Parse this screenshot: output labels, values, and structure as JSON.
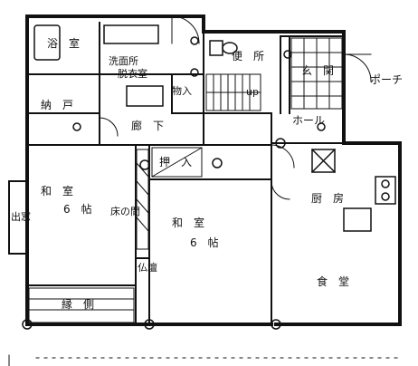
{
  "rooms": {
    "bath": "浴　室",
    "washroom_line1": "洗面所",
    "washroom_line2": "脱衣室",
    "storage": "納　戸",
    "corridor": "廊　下",
    "closet_upper": "物入",
    "stairs_up": "up",
    "toilet": "便　所",
    "genkan": "玄　関",
    "porch": "ポーチ",
    "hall": "ホール",
    "oshiire": "押　入",
    "washitsu_left_1": "和　室",
    "washitsu_left_2": "6　帖",
    "tokonoma": "床の間",
    "demado": "出窓",
    "engawa": "縁　側",
    "washitsu_center_1": "和　室",
    "washitsu_center_2": "6　帖",
    "butsuma": "仏壇",
    "kitchen": "厨　房",
    "dining": "食　堂"
  }
}
